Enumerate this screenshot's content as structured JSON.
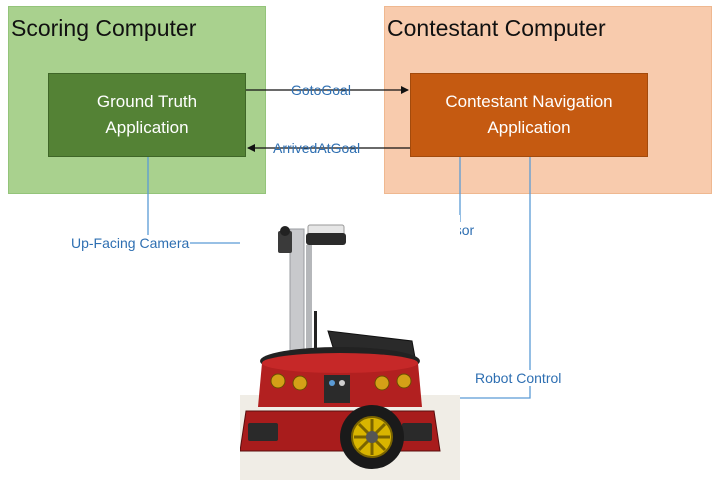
{
  "panels": {
    "scoring": {
      "title": "Scoring Computer"
    },
    "contestant": {
      "title": "Contestant Computer"
    }
  },
  "apps": {
    "ground_truth": {
      "line1": "Ground Truth",
      "line2": "Application"
    },
    "navigation": {
      "line1": "Contestant Navigation",
      "line2": "Application"
    }
  },
  "connections": {
    "goto_goal": "GotoGoal",
    "arrived_at_goal": "ArrivedAtGoal",
    "up_facing_camera": "Up-Facing Camera",
    "kinect_sensor": "Kinect Sensor",
    "robot_control": "Robot Control"
  },
  "colors": {
    "scoring_panel": "#a9d18e",
    "contestant_panel": "#f8cbad",
    "ground_truth_box": "#548235",
    "navigation_box": "#c55a11",
    "connector_line": "#5b9bd5",
    "label_text": "#2e6fb2"
  }
}
